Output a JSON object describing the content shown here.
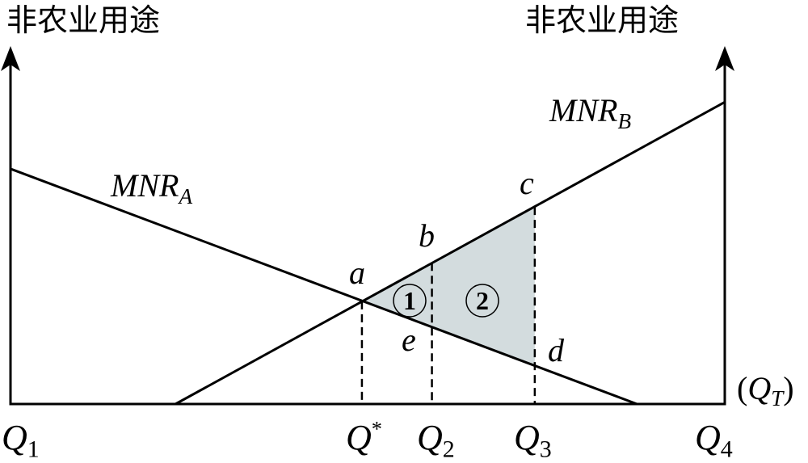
{
  "chart_data": {
    "type": "line",
    "title": "",
    "left_axis_label": "非农业用途",
    "right_axis_label": "非农业用途",
    "x_axis_label": {
      "open": "(",
      "main": "Q",
      "sub": "T",
      "close": ")"
    },
    "x_ticks": [
      {
        "main": "Q",
        "sub": "1",
        "sup": ""
      },
      {
        "main": "Q",
        "sub": "",
        "sup": "*"
      },
      {
        "main": "Q",
        "sub": "2",
        "sup": ""
      },
      {
        "main": "Q",
        "sub": "3",
        "sup": ""
      },
      {
        "main": "Q",
        "sub": "4",
        "sup": ""
      }
    ],
    "xlim": [
      0,
      100
    ],
    "ylim": [
      0,
      100
    ],
    "series": [
      {
        "name": "MNR_A",
        "label_main": "MNR",
        "label_sub": "A",
        "points": [
          [
            0,
            66.6
          ],
          [
            87.7,
            0
          ]
        ]
      },
      {
        "name": "MNR_B",
        "label_main": "MNR",
        "label_sub": "B",
        "points": [
          [
            23.1,
            0
          ],
          [
            100,
            85.5
          ]
        ]
      }
    ],
    "points": [
      {
        "name": "a",
        "x": 49.2,
        "y": 29.1
      },
      {
        "name": "b",
        "x": 59.0,
        "y": 40.0
      },
      {
        "name": "c",
        "x": 73.4,
        "y": 55.8
      },
      {
        "name": "d",
        "x": 73.4,
        "y": 10.8
      },
      {
        "name": "e",
        "x": 59.0,
        "y": 21.8
      }
    ],
    "dashed_guides": [
      49.2,
      59.0,
      73.4
    ],
    "regions": [
      {
        "label": "①",
        "vertices": [
          "a",
          "b",
          "e"
        ]
      },
      {
        "label": "②",
        "vertices": [
          "b",
          "c",
          "d",
          "e"
        ]
      }
    ],
    "colors": {
      "shade": "#d3dcde",
      "line": "#000000"
    }
  }
}
